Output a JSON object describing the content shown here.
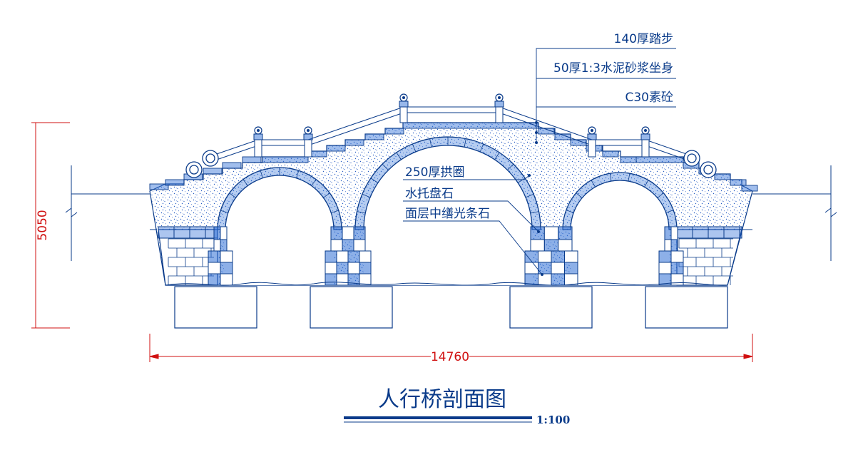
{
  "colors": {
    "line": "#0a3b8a",
    "stone": "#2f6fd6",
    "fill_speckle": "#2b5fc4",
    "dimension": "#d01010",
    "background": "#ffffff"
  },
  "callouts_top": [
    "140厚踏步",
    "50厚1:3水泥砂浆坐身",
    "C30素砼"
  ],
  "callouts_arch": [
    "250厚拱圈",
    "水托盘石",
    "面层中缮光条石"
  ],
  "dimensions": {
    "height": "5050",
    "span": "14760"
  },
  "drawing_title": "人行桥剖面图",
  "scale": "1:100"
}
